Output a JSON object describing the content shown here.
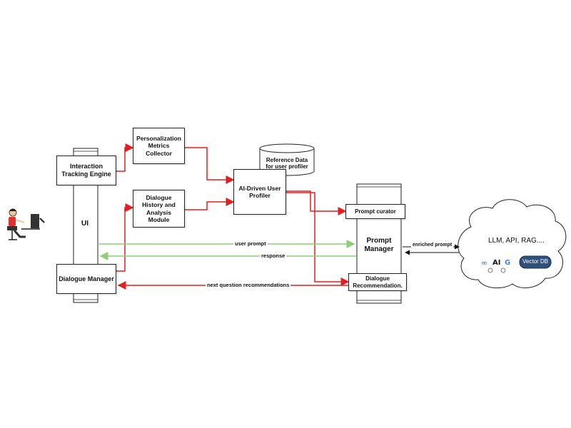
{
  "colors": {
    "red": "#e02020",
    "green": "#8fcc7a",
    "black": "#111111"
  },
  "nodes": {
    "interaction_tracking": "Interaction Tracking Engine",
    "ui": "UI",
    "dialogue_manager": "Dialogue Manager",
    "personalization": "Personalization Metrics Collector",
    "dialogue_history": "Dialogue History and Analysis Module",
    "reference_data": "Reference Data for user profiler",
    "ai_profiler": "AI-Driven User Profiler",
    "prompt_curator": "Prompt curator",
    "prompt_manager": "Prompt Manager",
    "dialogue_recommendation": "Dialogue Recommendation.",
    "cloud_text": "LLM, API, RAG....",
    "vector_db": "Vector DB",
    "cloud_logos": "∞ AI G"
  },
  "edges": {
    "user_prompt": "user prompt",
    "response": "response",
    "next_question": "next question recommendations",
    "enriched_prompt": "enriched prompt"
  },
  "icons": [
    "user-at-computer-icon",
    "meta-icon",
    "anthropic-icon",
    "google-icon",
    "openai-icon",
    "database-icon"
  ]
}
